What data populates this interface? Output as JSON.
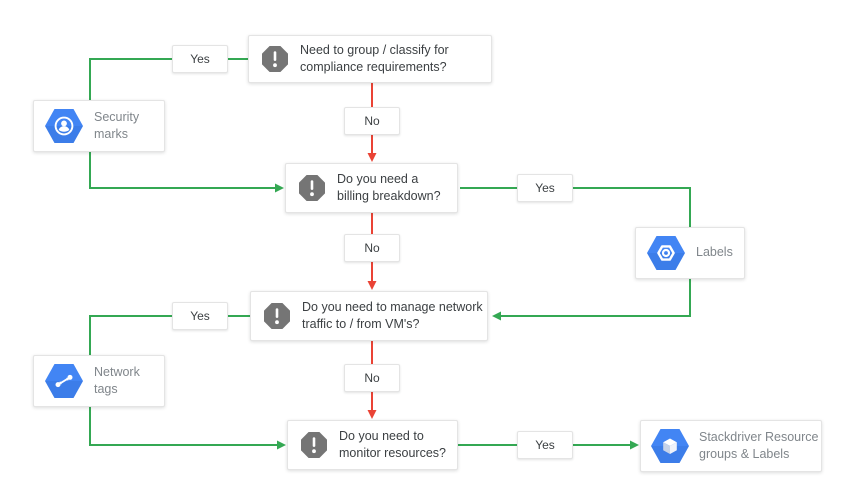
{
  "flowchart": {
    "colors": {
      "yes_edge": "#34a853",
      "no_edge": "#ea4335",
      "product_hexagon": "#4285f4",
      "decision_octagon": "#757575",
      "decision_text": "#3c4043",
      "product_text": "#80868b"
    },
    "decisions": [
      {
        "id": "compliance",
        "text": "Need to group / classify for compliance requirements?"
      },
      {
        "id": "billing",
        "text": "Do you need a billing breakdown?"
      },
      {
        "id": "network-traffic",
        "text": "Do you need to manage network traffic to / from VM's?"
      },
      {
        "id": "monitoring",
        "text": "Do you need to monitor resources?"
      }
    ],
    "products": [
      {
        "id": "security-marks",
        "label": "Security marks",
        "icon": "security-marks-icon"
      },
      {
        "id": "labels",
        "label": "Labels",
        "icon": "labels-icon"
      },
      {
        "id": "network-tags",
        "label": "Network tags",
        "icon": "network-tags-icon"
      },
      {
        "id": "stackdriver",
        "label": "Stackdriver Resource groups & Labels",
        "icon": "stackdriver-cube-icon"
      }
    ],
    "yes_paths": [
      {
        "label": "Yes",
        "from": "compliance",
        "through": "security-marks",
        "to": "billing"
      },
      {
        "label": "Yes",
        "from": "billing",
        "through": "labels",
        "to": "network-traffic"
      },
      {
        "label": "Yes",
        "from": "network-traffic",
        "through": "network-tags",
        "to": "monitoring"
      },
      {
        "label": "Yes",
        "from": "monitoring",
        "to": "stackdriver"
      }
    ],
    "no_paths": [
      {
        "label": "No",
        "from": "compliance",
        "to": "billing"
      },
      {
        "label": "No",
        "from": "billing",
        "to": "network-traffic"
      },
      {
        "label": "No",
        "from": "network-traffic",
        "to": "monitoring"
      }
    ]
  }
}
